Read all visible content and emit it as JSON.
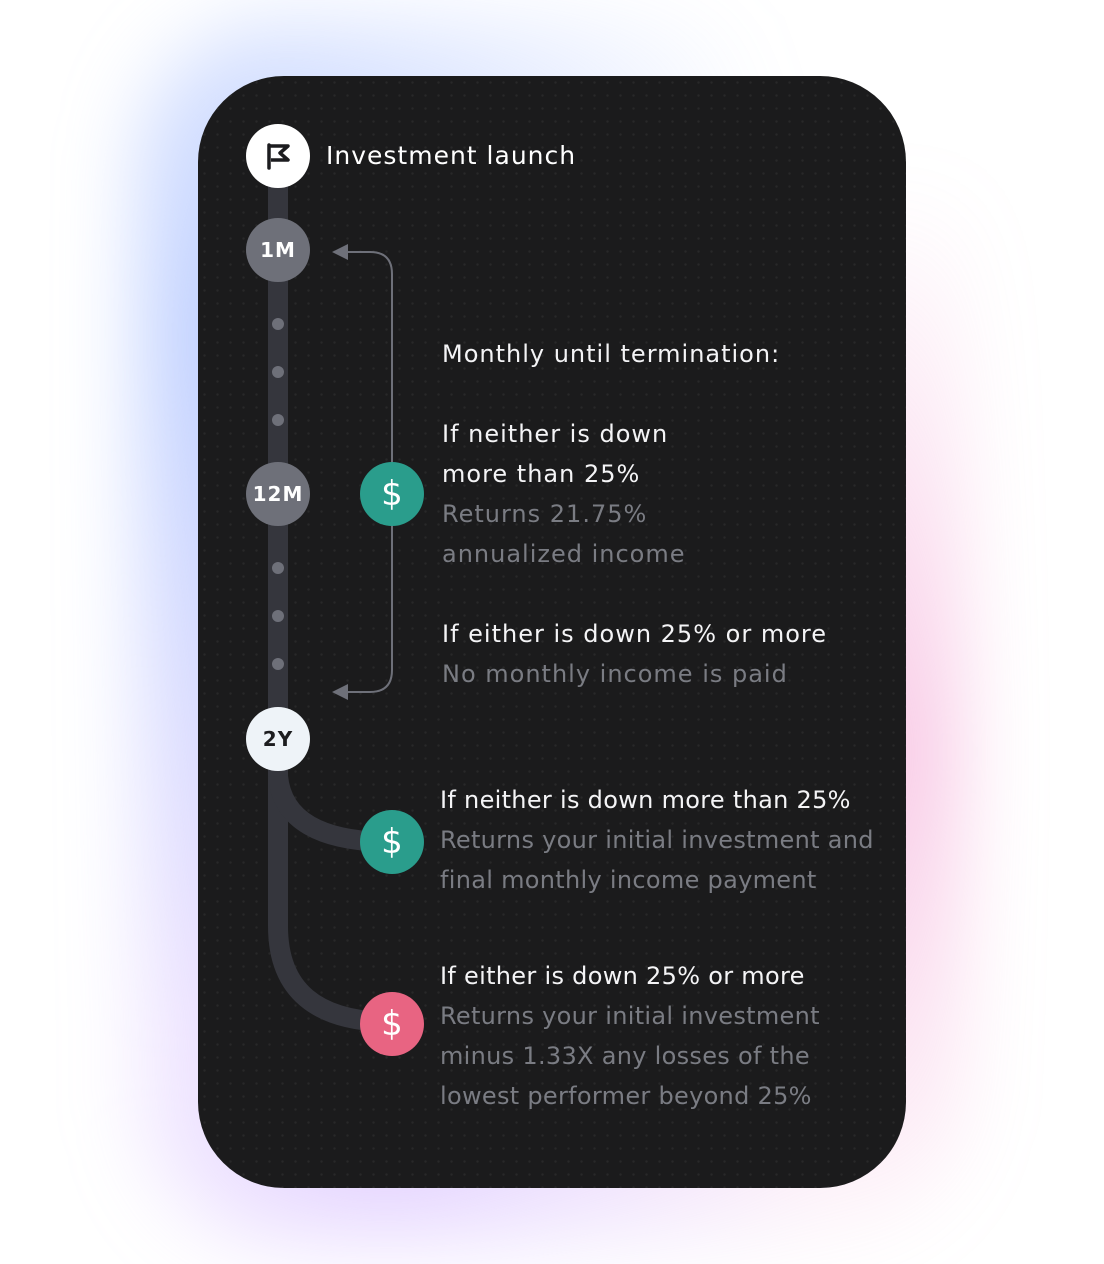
{
  "launch": {
    "label": "Investment launch",
    "icon": "flag-icon"
  },
  "milestones": {
    "m1": "1M",
    "m12": "12M",
    "y2": "2Y"
  },
  "monthly": {
    "heading": "Monthly until termination:",
    "case_a_line1": "If neither is down",
    "case_a_line2": "more than 25%",
    "case_a_result_line1": "Returns 21.75%",
    "case_a_result_line2": "annualized income",
    "case_b_heading": "If either is down 25% or more",
    "case_b_result": "No monthly income is paid"
  },
  "final_positive": {
    "heading": "If neither is down more than 25%",
    "result_line1": "Returns your initial investment and",
    "result_line2": "final monthly income payment"
  },
  "final_negative": {
    "heading": "If either is down 25% or more",
    "result_line1": "Returns your initial investment",
    "result_line2": "minus 1.33X any losses of the",
    "result_line3": "lowest performer beyond 25%"
  },
  "icons": {
    "dollar_symbol": "$"
  },
  "colors": {
    "card_bg": "#1b1b1c",
    "teal": "#2a9d8c",
    "pink": "#e86482",
    "node_gray": "#6e7079",
    "track": "#35363d"
  }
}
